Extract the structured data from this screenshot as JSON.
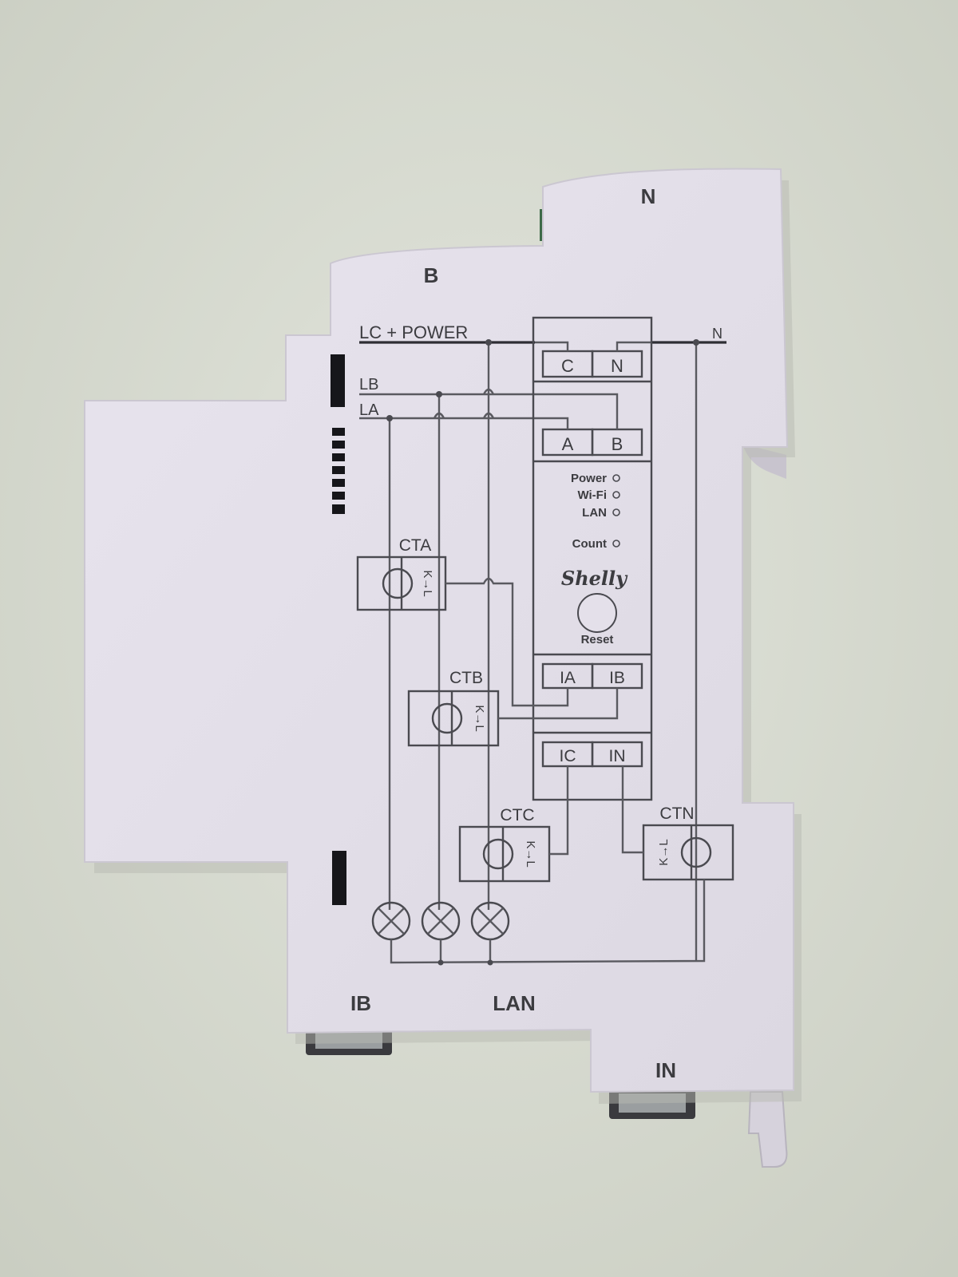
{
  "colors": {
    "background": "#d8dcd0",
    "housing": "#e4e0ea",
    "print": "#4a4a50"
  },
  "terminals": {
    "top_n": "N",
    "top_b": "B",
    "bottom_ib": "IB",
    "bottom_lan": "LAN",
    "bottom_in": "IN"
  },
  "bus": {
    "lc_power": "LC + POWER",
    "n": "N",
    "lb": "LB",
    "la": "LA"
  },
  "blocks": {
    "c": "C",
    "n": "N",
    "a": "A",
    "b": "B",
    "ia": "IA",
    "ib": "IB",
    "ic": "IC",
    "in": "IN"
  },
  "leds": {
    "power": "Power",
    "wifi": "Wi-Fi",
    "lan": "LAN",
    "count": "Count"
  },
  "brand": "Shelly",
  "reset_label": "Reset",
  "clamps": {
    "cta": "CTA",
    "ctb": "CTB",
    "ctc": "CTC",
    "ctn": "CTN",
    "orientation": "K→L"
  },
  "icons": [
    "lamp-icon",
    "lamp-icon",
    "lamp-icon",
    "led-dot-icon",
    "reset-button-icon",
    "vent-slot-icon"
  ]
}
